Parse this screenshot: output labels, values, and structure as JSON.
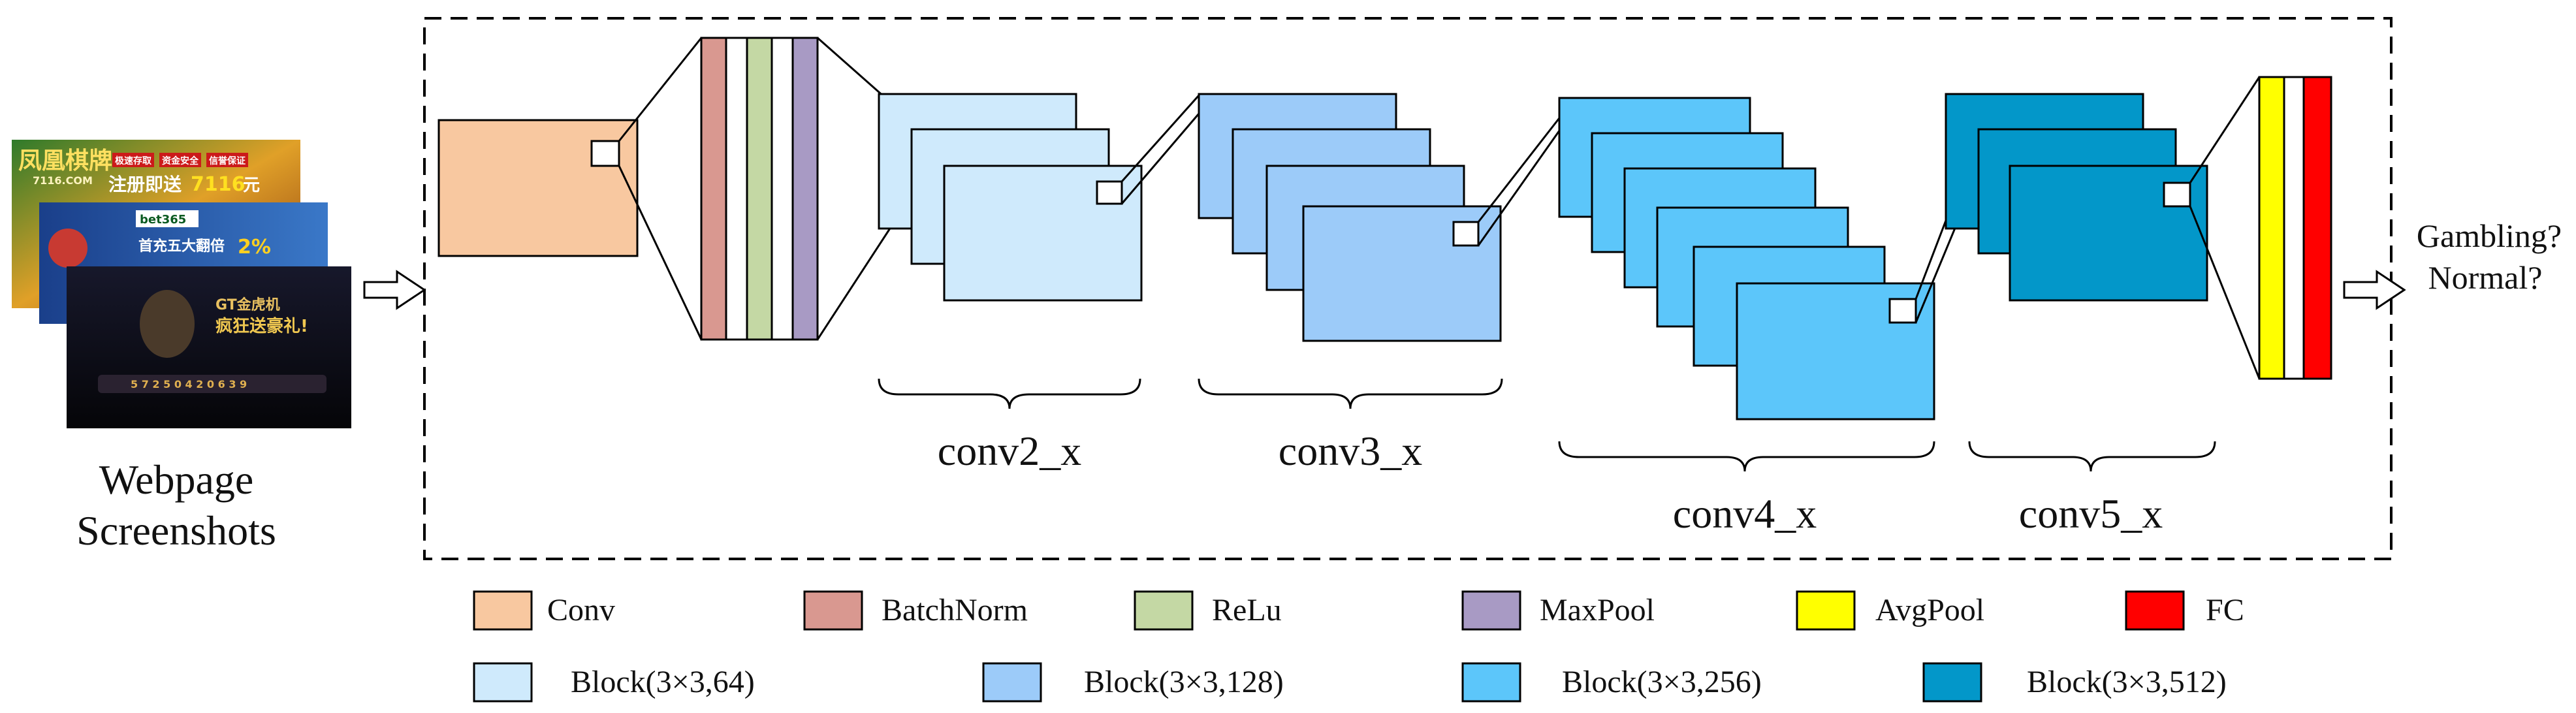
{
  "input": {
    "label_line1": "Webpage",
    "label_line2": "Screenshots",
    "thumb1": {
      "title": "凤凰棋牌",
      "site": "7116.COM",
      "promo": "注册即送",
      "amount": "7116",
      "unit": "元",
      "tags": [
        "极速存取",
        "资金安全",
        "信誉保证"
      ]
    },
    "thumb2": {
      "brand": "bet365",
      "promo": "首充五大翻倍",
      "pct": "2%"
    },
    "thumb3": {
      "brand": "GT金虎机",
      "promo": "疯狂送豪礼!",
      "numbers": "5 7 2 5 0 4 2 0 6 3 9"
    }
  },
  "outputs": {
    "gambling": "Gambling?",
    "normal": "Normal?"
  },
  "stages": [
    {
      "label": "conv2_x"
    },
    {
      "label": "conv3_x"
    },
    {
      "label": "conv4_x"
    },
    {
      "label": "conv5_x"
    }
  ],
  "legend": [
    {
      "label": "Conv",
      "color": "#F8C8A0"
    },
    {
      "label": "BatchNorm",
      "color": "#D99890"
    },
    {
      "label": "ReLu",
      "color": "#C4D8A4"
    },
    {
      "label": "MaxPool",
      "color": "#A89AC4"
    },
    {
      "label": "AvgPool",
      "color": "#FFFF00"
    },
    {
      "label": "FC",
      "color": "#FF0000"
    },
    {
      "label": "Block(3×3,64)",
      "color": "#CFEAFC"
    },
    {
      "label": "Block(3×3,128)",
      "color": "#9CCBF9"
    },
    {
      "label": "Block(3×3,256)",
      "color": "#5CC6FA"
    },
    {
      "label": "Block(3×3,512)",
      "color": "#0397C9"
    }
  ]
}
